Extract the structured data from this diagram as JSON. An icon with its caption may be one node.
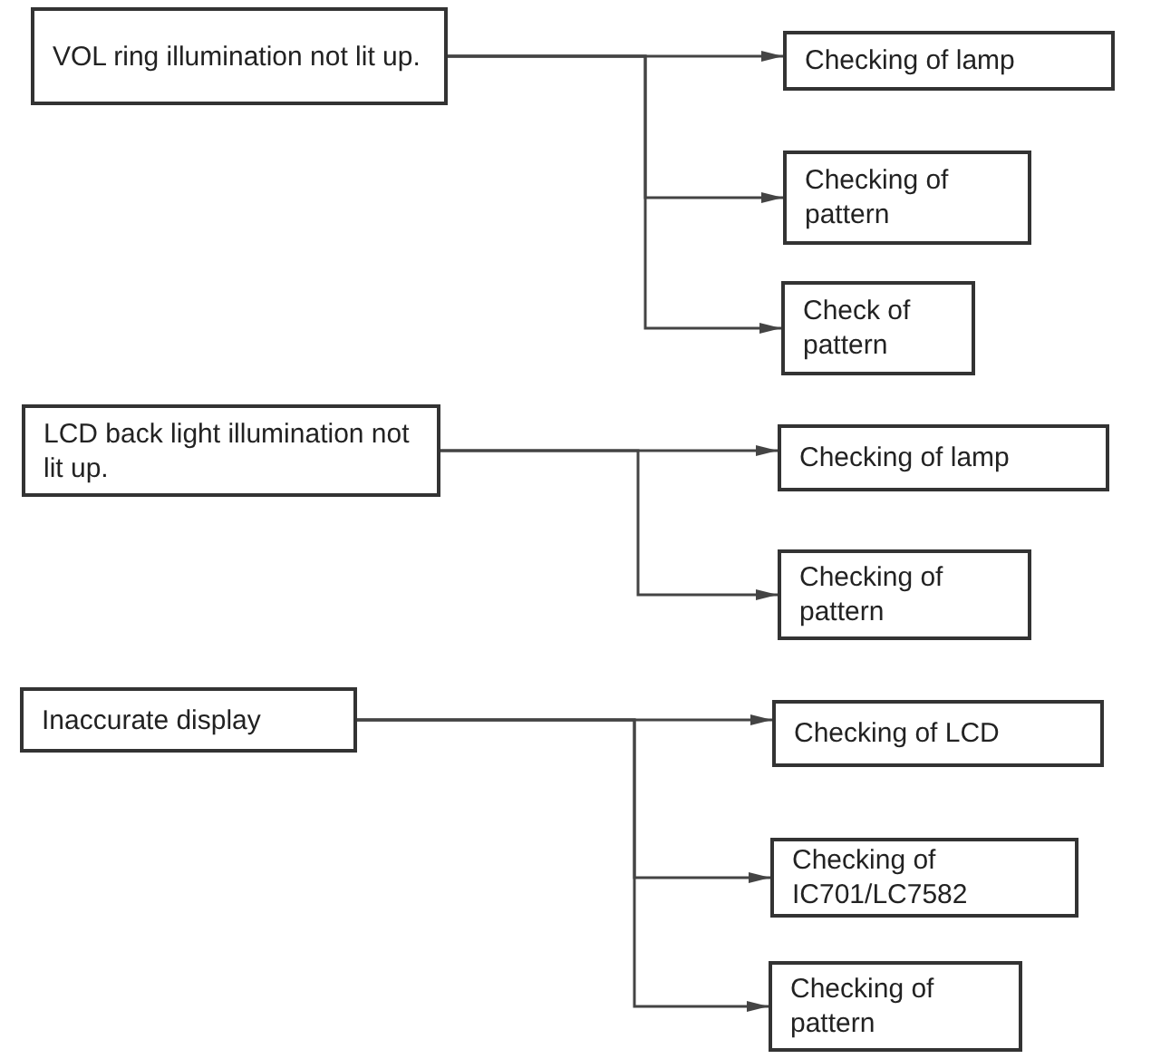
{
  "diagram": {
    "nodes": [
      {
        "text": [
          "VOL ring illumination not lit up."
        ]
      },
      {
        "text": [
          "Checking of lamp"
        ]
      },
      {
        "text": [
          "Checking of pattern"
        ]
      },
      {
        "text": [
          "Check of pattern"
        ]
      },
      {
        "text": [
          "LCD back light illumination not lit up."
        ]
      },
      {
        "text": [
          "Checking of lamp"
        ]
      },
      {
        "text": [
          "Checking of pattern"
        ]
      },
      {
        "text": [
          "Inaccurate display"
        ]
      },
      {
        "text": [
          "Checking of LCD"
        ]
      },
      {
        "text": [
          "Checking of IC701/LC7582"
        ]
      },
      {
        "text": [
          "Checking of pattern"
        ]
      }
    ],
    "edges": [
      {
        "from": 0,
        "to": 1,
        "arrow": "to"
      },
      {
        "from": 0,
        "to": 2,
        "arrow": "to"
      },
      {
        "from": 0,
        "to": 3,
        "arrow": "to"
      },
      {
        "from": 4,
        "to": 5,
        "arrow": "to"
      },
      {
        "from": 4,
        "to": 6,
        "arrow": "to"
      },
      {
        "from": 7,
        "to": 8,
        "arrow": "to"
      },
      {
        "from": 7,
        "to": 9,
        "arrow": "to"
      },
      {
        "from": 7,
        "to": 10,
        "arrow": "to"
      }
    ]
  }
}
